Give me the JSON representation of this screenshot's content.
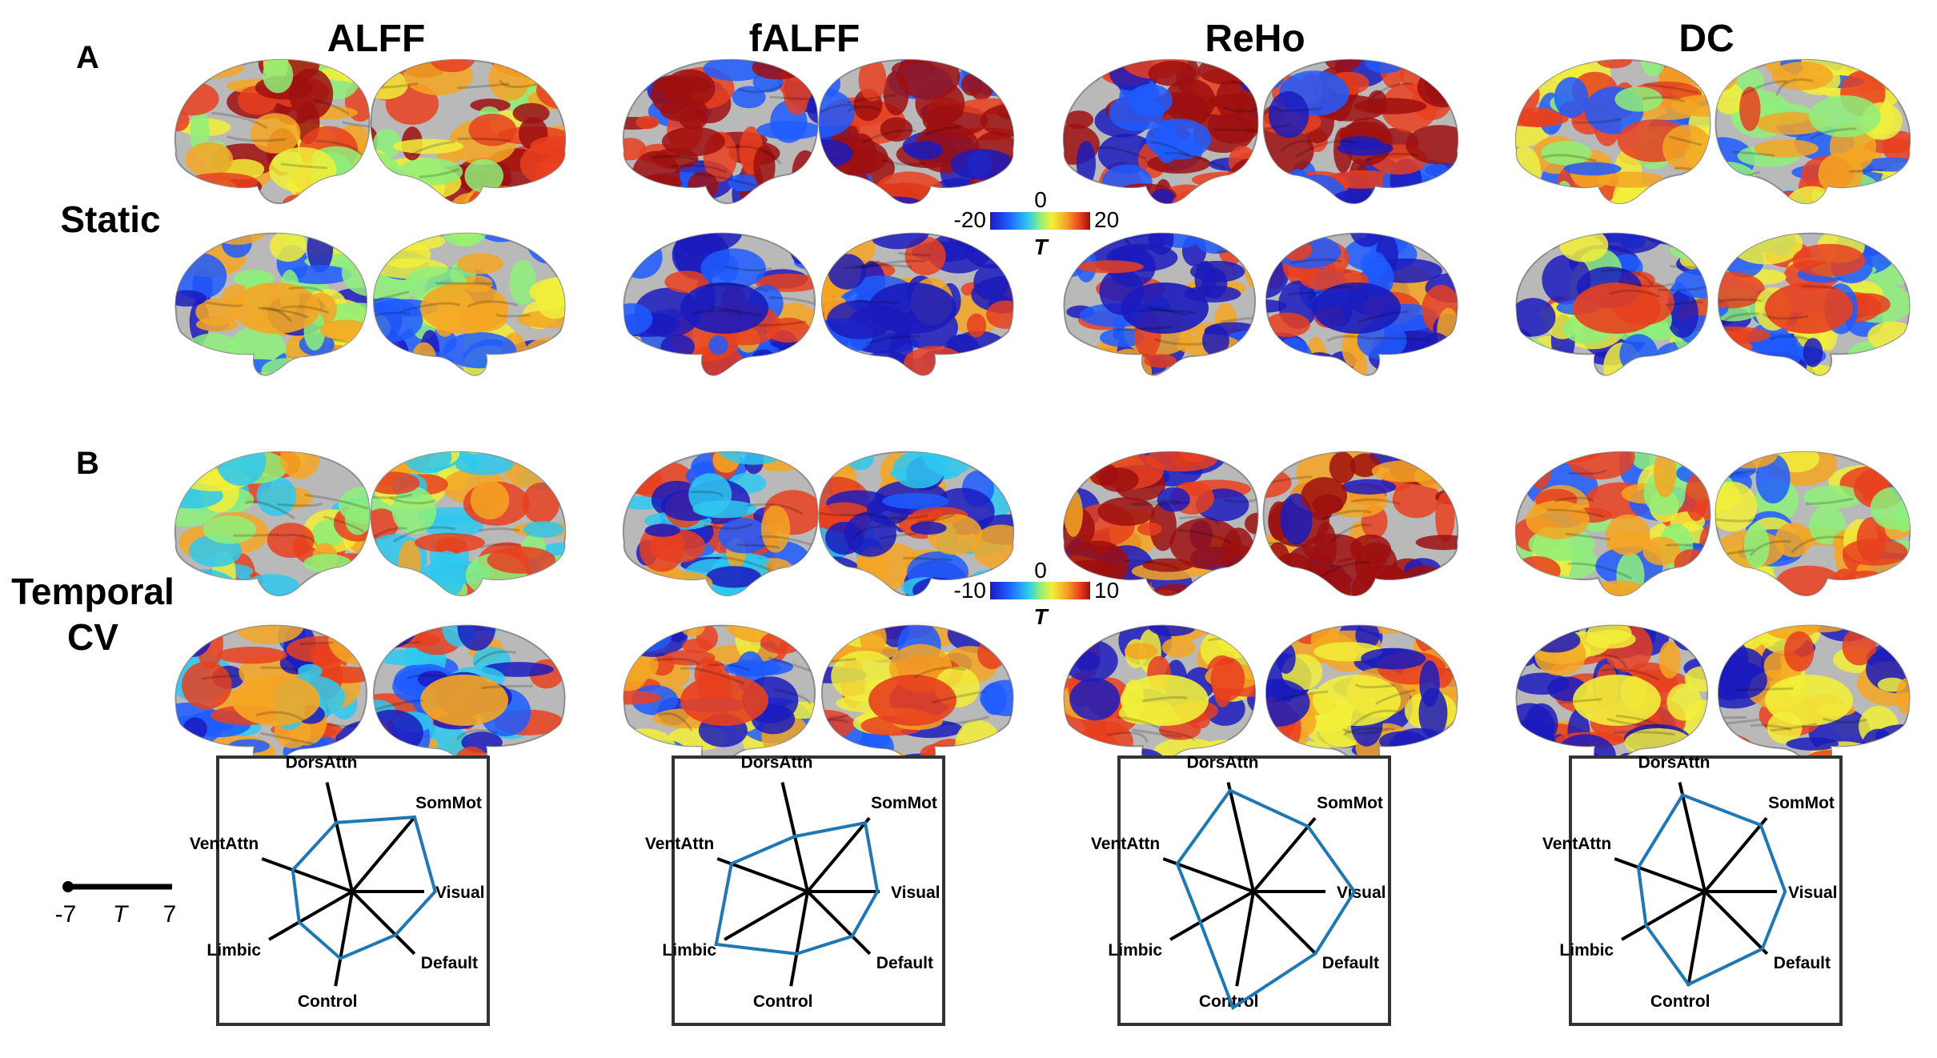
{
  "panel_labels": {
    "a": "A",
    "b": "B"
  },
  "columns": [
    "ALFF",
    "fALFF",
    "ReHo",
    "DC"
  ],
  "rows": {
    "static": "Static",
    "temporal_line1": "Temporal",
    "temporal_line2": "CV"
  },
  "colorbars": [
    {
      "min": "-20",
      "mid": "0",
      "max": "20",
      "var": "T"
    },
    {
      "min": "-10",
      "mid": "0",
      "max": "10",
      "var": "T"
    }
  ],
  "colormap": [
    "#1b1bbd",
    "#1f5cff",
    "#2ec8f0",
    "#8ef07a",
    "#f2ef3a",
    "#f5a623",
    "#e8401e",
    "#9e0f0f"
  ],
  "radar_scale": {
    "min": "-7",
    "var": "T",
    "max": "7"
  },
  "networks": [
    "DorsAttn",
    "SomMot",
    "Visual",
    "Default",
    "Control",
    "Limbic",
    "VentAttn"
  ],
  "radar": [
    {
      "metric": "ALFF",
      "values": [
        0.5,
        3.3,
        1.8,
        -0.5,
        0.2,
        -0.5,
        -0.3
      ]
    },
    {
      "metric": "fALFF",
      "values": [
        -1.0,
        2.5,
        0.4,
        -0.3,
        -0.3,
        4.2,
        1.6
      ]
    },
    {
      "metric": "ReHo",
      "values": [
        4.0,
        2.0,
        3.7,
        2.3,
        5.5,
        -0.5,
        1.6
      ]
    },
    {
      "metric": "DC",
      "values": [
        3.5,
        2.2,
        1.5,
        1.6,
        3.0,
        0.2,
        0.5
      ]
    }
  ]
}
